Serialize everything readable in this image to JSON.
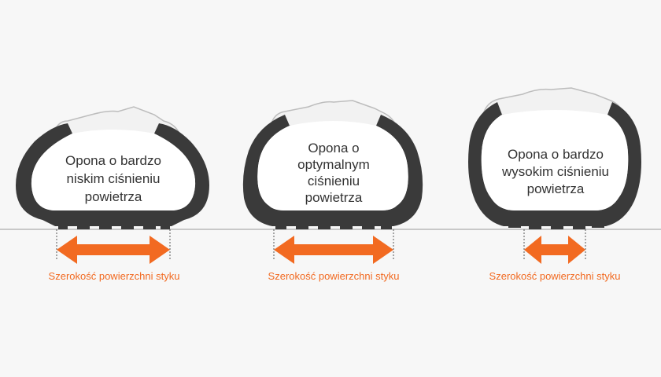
{
  "colors": {
    "background": "#f7f7f7",
    "tire": "#3a3a3a",
    "tire_inner": "#ffffff",
    "rim": "#f2f2f2",
    "ground": "#c8c8c8",
    "arrow": "#f26a21",
    "caption": "#f26a21",
    "text": "#333333"
  },
  "tires": [
    {
      "pressure": "low",
      "label_lines": [
        "Opona o bardzo",
        "niskim ciśnieniu",
        "powietrza"
      ],
      "caption": "Szerokość powierzchni styku"
    },
    {
      "pressure": "optimal",
      "label_lines": [
        "Opona o",
        "optymalnym",
        "ciśnieniu",
        "powietrza"
      ],
      "caption": "Szerokość powierzchni styku"
    },
    {
      "pressure": "high",
      "label_lines": [
        "Opona o bardzo",
        "wysokim ciśnieniu",
        "powietrza"
      ],
      "caption": "Szerokość powierzchni styku"
    }
  ]
}
